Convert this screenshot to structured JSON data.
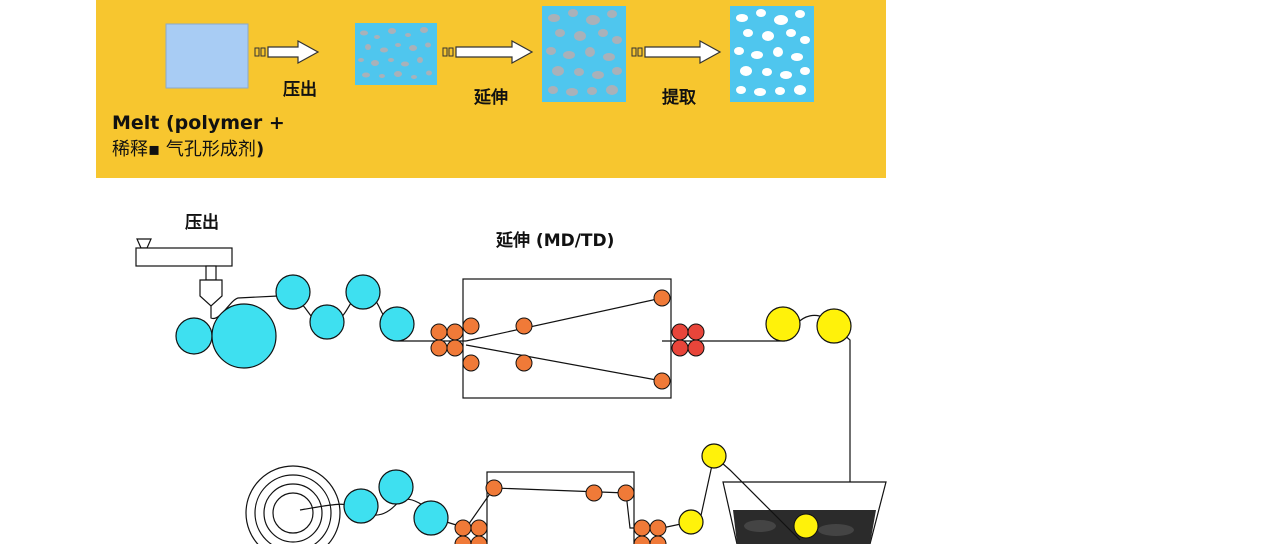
{
  "colors": {
    "panel": "#F7C62F",
    "melt": "#A8CCF4",
    "film": "#4FC6EE",
    "droplet": "#A9B1B9",
    "pore": "#FFFFFF",
    "roll_cyan": "#3EE0F0",
    "roll_orange": "#F07A38",
    "roll_red": "#E8453A",
    "roll_yellow": "#FFF20A",
    "bath_liquid": "#2B2B2B",
    "line": "#111111"
  },
  "top_panel": {
    "melt_label_line1": "Melt (polymer +",
    "melt_label_line2_prefix": "稀释",
    "melt_label_line2_mid": "▪",
    "melt_label_line2_rest": " 气孔形成剂",
    "melt_label_line2_close": ")",
    "steps": [
      "压出",
      "延伸",
      "提取"
    ],
    "stages": [
      "melt",
      "extruded-film",
      "stretched-film",
      "extracted-film"
    ]
  },
  "process_diagram": {
    "extrusion_label": "压出",
    "stretching_label": "延伸 (MD/TD)"
  }
}
